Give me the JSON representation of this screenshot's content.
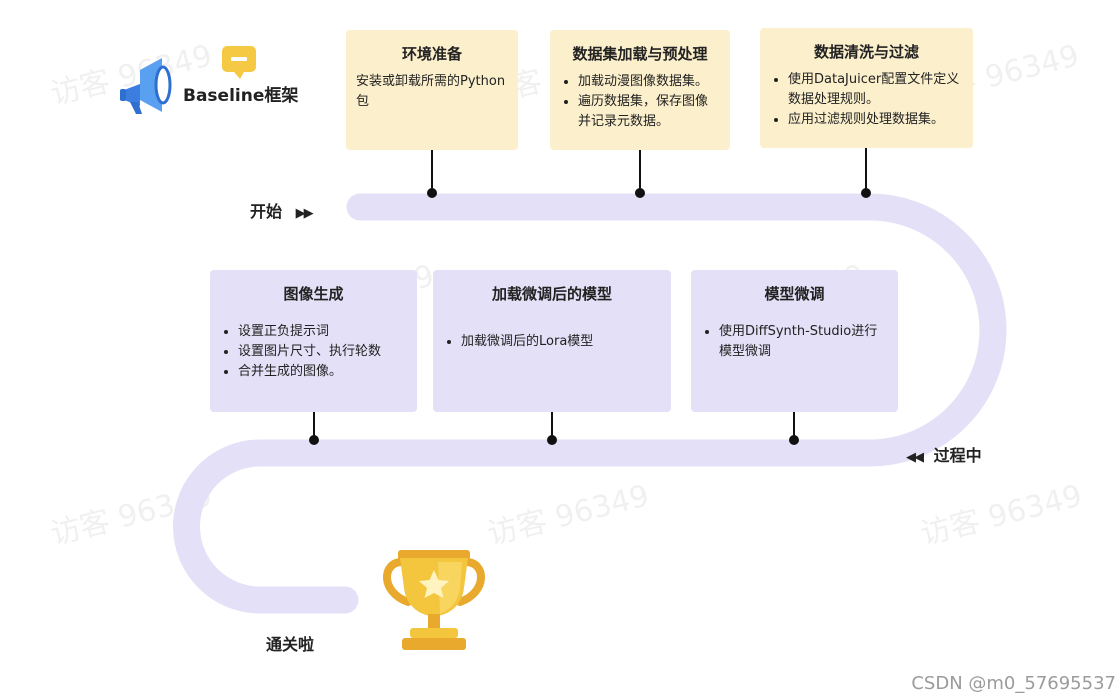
{
  "header": {
    "title": "Baseline框架"
  },
  "markers": {
    "start": "开始",
    "start_arrows": "▶▶",
    "middle": "过程中",
    "middle_arrows": "◀◀",
    "end": "通关啦"
  },
  "top_cards": [
    {
      "title": "环境准备",
      "text": "安装或卸载所需的Python包"
    },
    {
      "title": "数据集加载与预处理",
      "bullets": [
        "加载动漫图像数据集。",
        "遍历数据集，保存图像并记录元数据。"
      ]
    },
    {
      "title": "数据清洗与过滤",
      "bullets": [
        "使用DataJuicer配置文件定义数据处理规则。",
        "应用过滤规则处理数据集。"
      ]
    }
  ],
  "bottom_cards": [
    {
      "title": "图像生成",
      "bullets": [
        "设置正负提示词",
        "设置图片尺寸、执行轮数",
        "合并生成的图像。"
      ]
    },
    {
      "title": "加载微调后的模型",
      "bullets": [
        "加载微调后的Lora模型"
      ]
    },
    {
      "title": "模型微调",
      "bullets": [
        "使用DiffSynth-Studio进行模型微调"
      ]
    }
  ],
  "watermark": "访客 96349",
  "credit": "CSDN @m0_57695537",
  "colors": {
    "road": "#e4e0f7",
    "card_yellow": "#fbefcc",
    "card_purple": "#e4e0f7",
    "trophy_gold": "#f4c63d"
  }
}
